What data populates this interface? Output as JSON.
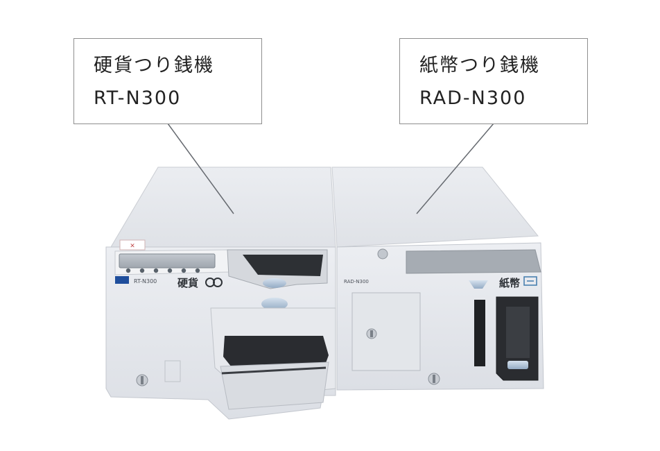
{
  "coin_machine": {
    "callout_name": "硬貨つり銭機",
    "callout_model": "RT-N300",
    "panel_model": "RT-N300",
    "panel_label": "硬貨"
  },
  "bill_machine": {
    "callout_name": "紙幣つり銭機",
    "callout_model": "RAD-N300",
    "panel_model": "RAD-N300",
    "panel_label": "紙幣"
  },
  "colors": {
    "background": "#ffffff",
    "machine_body": "#e4e7ec",
    "callout_border": "#8e8e8e",
    "dark_slot": "#2a2c30"
  }
}
